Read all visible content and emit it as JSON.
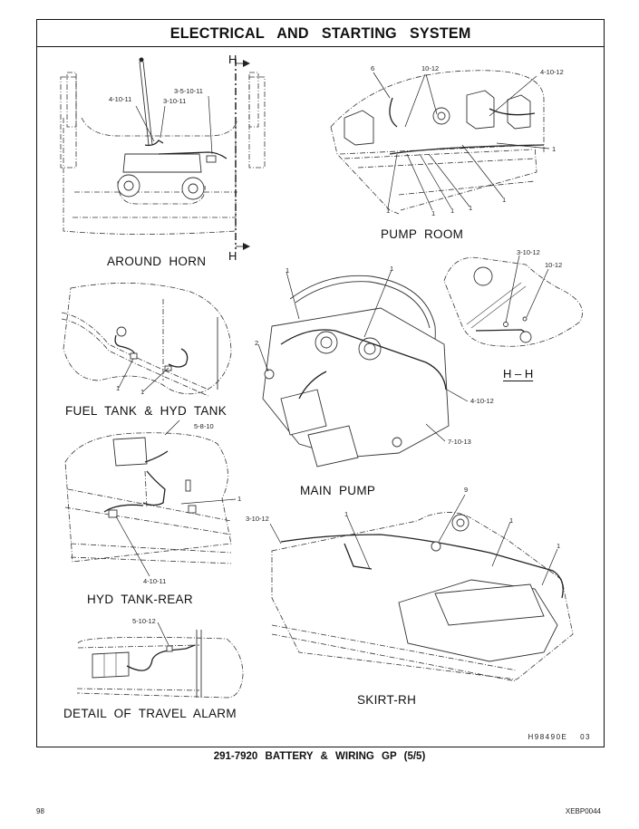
{
  "header": {
    "title": "ELECTRICAL AND STARTING SYSTEM"
  },
  "views": {
    "around_horn": {
      "caption": "AROUND HORN",
      "callouts": [
        "4-10-11",
        "3-10-11",
        "3-5-10-11"
      ],
      "section_marks": [
        "H",
        "H"
      ]
    },
    "pump_room": {
      "caption": "PUMP ROOM",
      "callouts": [
        "6",
        "10-12",
        "4-10-12",
        "1",
        "1",
        "1",
        "1",
        "1",
        "1"
      ]
    },
    "section_hh": {
      "caption": "H – H",
      "callouts": [
        "3-10-12",
        "10-12"
      ]
    },
    "fuel_tank_hyd_tank": {
      "caption": "FUEL TANK & HYD TANK",
      "callouts": [
        "1",
        "1"
      ]
    },
    "main_pump": {
      "caption": "MAIN PUMP",
      "callouts": [
        "1",
        "1",
        "2",
        "4-10-12",
        "7-10-13"
      ]
    },
    "hyd_tank_rear": {
      "caption": "HYD TANK-REAR",
      "callouts": [
        "5-8-10",
        "1",
        "4-10-11"
      ]
    },
    "skirt_rh": {
      "caption": "SKIRT-RH",
      "callouts": [
        "3-10-12",
        "1",
        "9",
        "1",
        "1"
      ]
    },
    "travel_alarm": {
      "caption": "DETAIL OF TRAVEL ALARM",
      "callouts": [
        "5-10-12"
      ]
    }
  },
  "drawing_number": "H98490E",
  "drawing_revision": "03",
  "footer": {
    "group_title": "291-7920  BATTERY & WIRING GP (5/5)",
    "page_number": "98",
    "document_id": "XEBP0044"
  }
}
